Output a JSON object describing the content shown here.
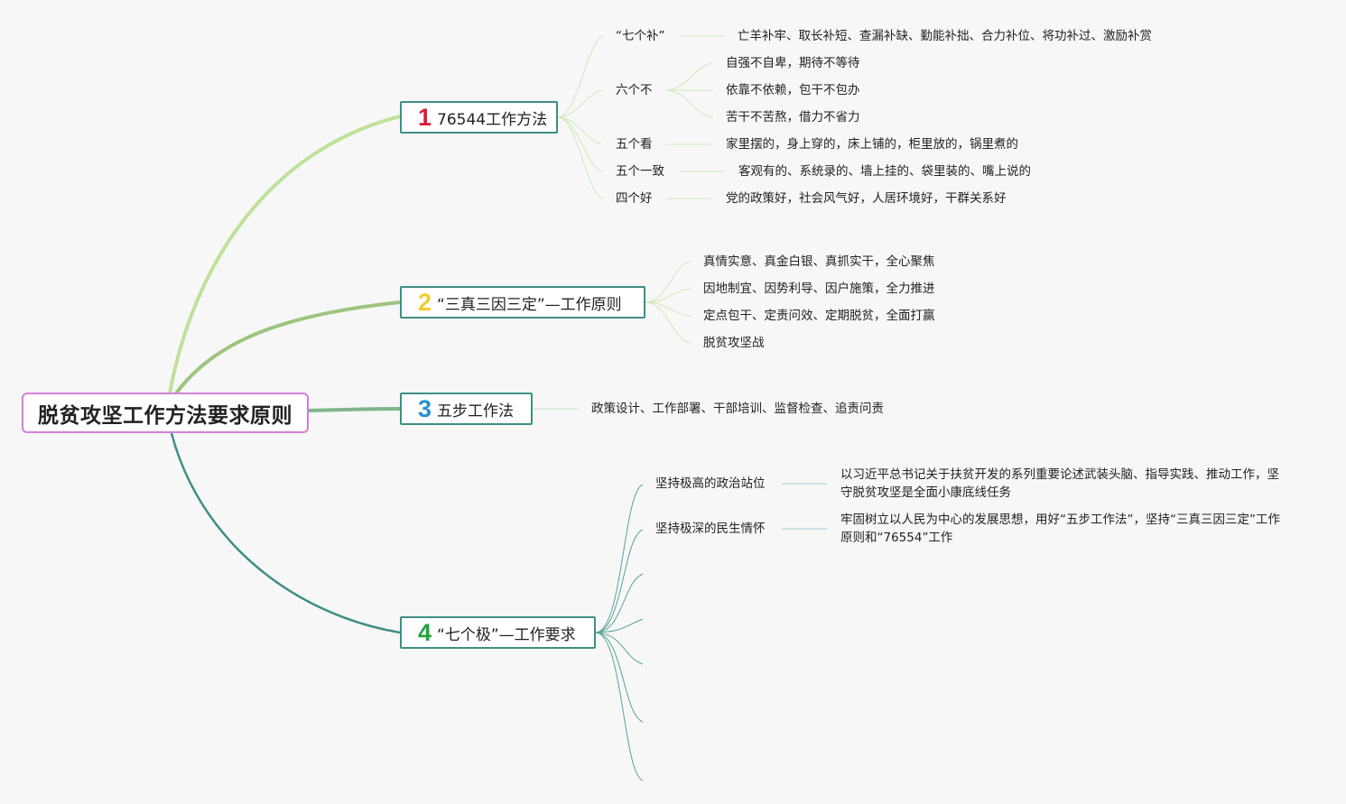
{
  "root": {
    "title": "脱贫攻坚工作方法要求原则"
  },
  "branches": [
    {
      "num": "1",
      "num_color": "#d81e3a",
      "label": "76544工作方法",
      "children": [
        {
          "label": "“七个补”",
          "details": [
            "亡羊补牢、取长补短、查漏补缺、勤能补拙、合力补位、将功补过、激励补赏"
          ]
        },
        {
          "label": "六个不",
          "details": [
            "自强不自卑，期待不等待",
            "依靠不依赖，包干不包办",
            "苦干不苦熬，借力不省力"
          ]
        },
        {
          "label": "五个看",
          "details": [
            "家里摆的，身上穿的，床上铺的，柜里放的，锅里煮的"
          ]
        },
        {
          "label": "五个一致",
          "details": [
            "客观有的、系统录的、墙上挂的、袋里装的、嘴上说的"
          ]
        },
        {
          "label": "四个好",
          "details": [
            "党的政策好，社会风气好，人居环境好，干群关系好"
          ]
        }
      ]
    },
    {
      "num": "2",
      "num_color": "#f2cc2b",
      "label": "“三真三因三定”—工作原则",
      "items": [
        "真情实意、真金白银、真抓实干，全心聚焦",
        "因地制宜、因势利导、因户施策，全力推进",
        "定点包干、定责问效、定期脱贫，全面打赢",
        "脱贫攻坚战"
      ]
    },
    {
      "num": "3",
      "num_color": "#2a8fd6",
      "label": "五步工作法",
      "items": [
        "政策设计、工作部署、干部培训、监督检查、追责问责"
      ]
    },
    {
      "num": "4",
      "num_color": "#1fa33a",
      "label": "“七个极”—工作要求",
      "children": [
        {
          "label": "坚持极高的政治站位",
          "detail": "以习近平总书记关于扶贫开发的系列重要论述武装头脑、指导实践、推动工作，坚守脱贫攻坚是全面小康底线任务"
        },
        {
          "label": "坚持极深的民生情怀",
          "detail": "牢固树立以人民为中心的发展思想，用好“五步工作法”，坚持“三真三因三定”工作原则和“76554”工作"
        }
      ]
    }
  ]
}
